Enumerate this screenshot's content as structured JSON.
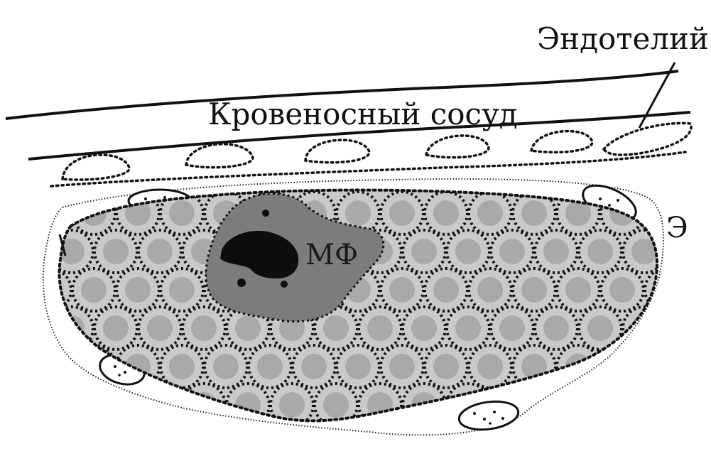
{
  "labels": {
    "endothelium": "Эндотелий",
    "blood_vessel": "Кровеносный сосуд",
    "e": "Э",
    "mf": "МФ"
  },
  "colors": {
    "ink": "#111111",
    "cell_fill": "#c9c9c9",
    "granule": "#a9a9a9",
    "macrophage": "#7c7c7c",
    "macrophage_nucleus": "#0d0d0d",
    "background": "#ffffff"
  }
}
